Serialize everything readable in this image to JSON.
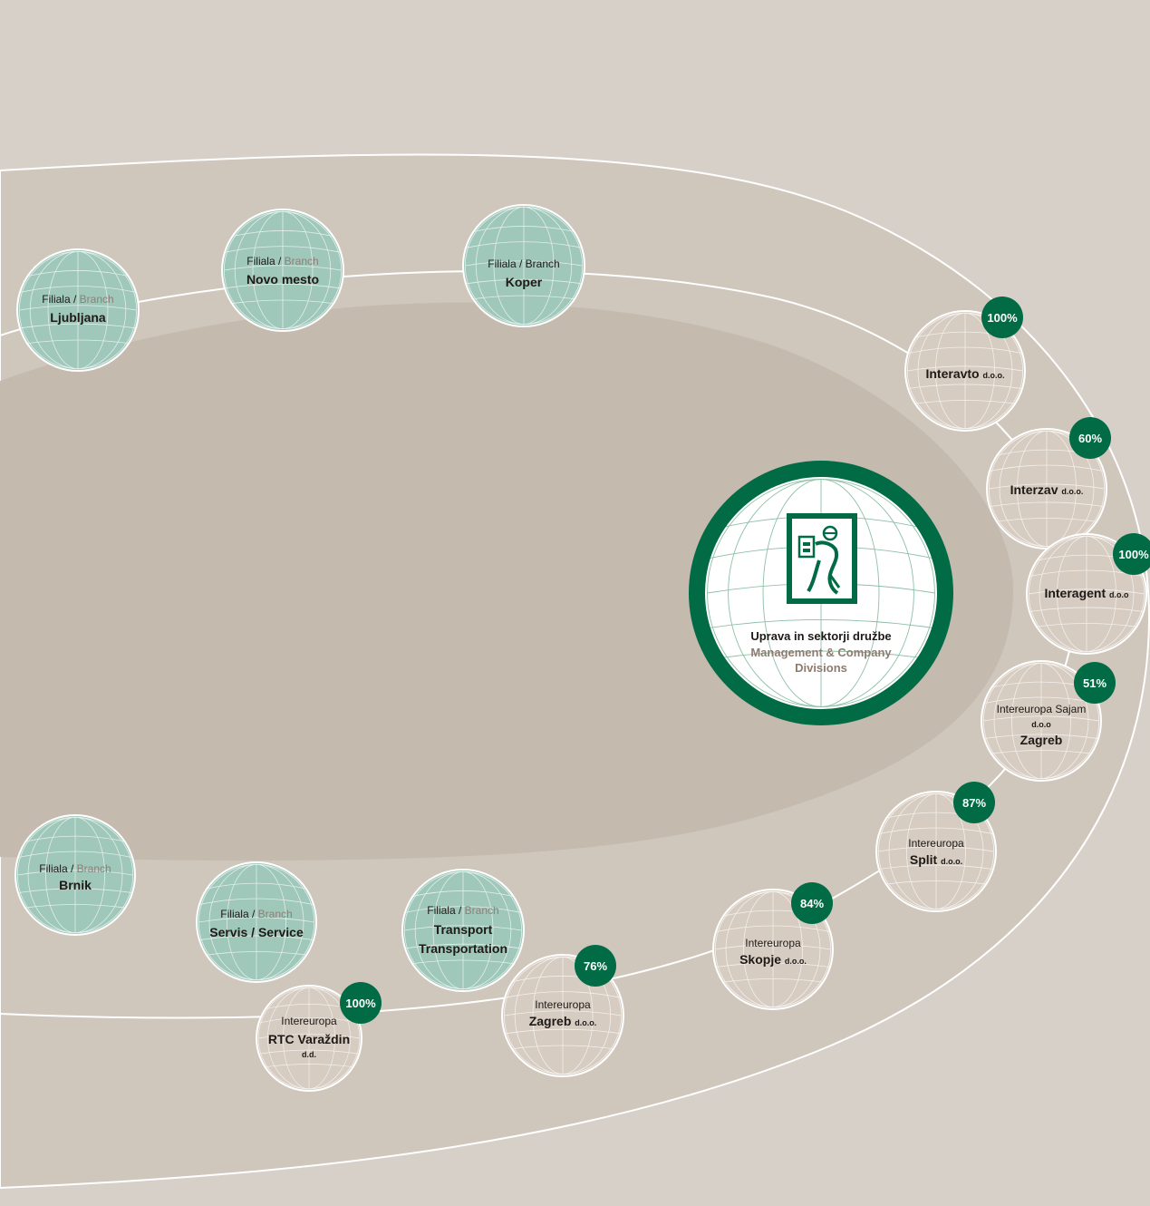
{
  "center": {
    "title": "Uprava in sektorji družbe",
    "subtitle": "Management & Company Divisions"
  },
  "branches": [
    {
      "id": "ljubljana",
      "prefix": "Filiala",
      "prefix_en": "Branch",
      "name": "Ljubljana"
    },
    {
      "id": "novo-mesto",
      "prefix": "Filiala",
      "prefix_en": "Branch",
      "name": "Novo mesto"
    },
    {
      "id": "koper",
      "prefix": "Filiala",
      "prefix_en": "Branch",
      "name": "Koper"
    },
    {
      "id": "brnik",
      "prefix": "Filiala",
      "prefix_en": "Branch",
      "name": "Brnik"
    },
    {
      "id": "servis",
      "prefix": "Filiala",
      "prefix_en": "Branch",
      "name": "Servis / Service"
    },
    {
      "id": "transport",
      "prefix": "Filiala",
      "prefix_en": "Branch",
      "name": "Transport",
      "name2": "Transportation"
    }
  ],
  "subsidiaries": [
    {
      "id": "interavto",
      "name": "Interavto",
      "suffix": "d.o.o.",
      "percent": "100%"
    },
    {
      "id": "interzav",
      "name": "Interzav",
      "suffix": "d.o.o.",
      "percent": "60%"
    },
    {
      "id": "interagent",
      "name": "Interagent",
      "suffix": "d.o.o",
      "percent": "100%"
    },
    {
      "id": "sajam",
      "prefix": "Intereuropa Sajam",
      "suffix": "d.o.o",
      "name": "Zagreb",
      "percent": "51%"
    },
    {
      "id": "split",
      "prefix": "Intereuropa",
      "name": "Split",
      "suffix": "d.o.o.",
      "percent": "87%"
    },
    {
      "id": "skopje",
      "prefix": "Intereuropa",
      "name": "Skopje",
      "suffix": "d.o.o.",
      "percent": "84%"
    },
    {
      "id": "zagreb",
      "prefix": "Intereuropa",
      "name": "Zagreb",
      "suffix": "d.o.o.",
      "percent": "76%"
    },
    {
      "id": "varazdin",
      "prefix": "Intereuropa",
      "name": "RTC Varaždin",
      "suffix": "d.d.",
      "percent": "100%"
    }
  ],
  "colors": {
    "green": "#006b45",
    "branch": "#9fc7ba",
    "subsidiary": "#d6ccc1",
    "bg_outer": "#d7d0c9",
    "bg_mid": "#cfc6bc",
    "bg_inner": "#c4baad"
  }
}
